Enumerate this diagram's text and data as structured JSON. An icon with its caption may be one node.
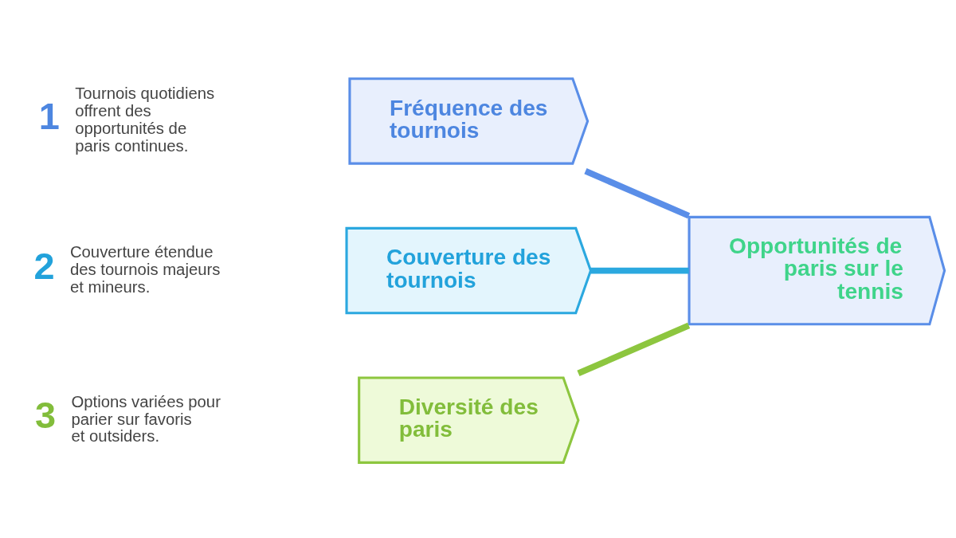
{
  "diagram": {
    "nodes": [
      {
        "text": [
          "Fréquence des tournois"
        ],
        "beside": [
          "1",
          "Tournois quotidiens offrent des opportunités de paris continues."
        ]
      },
      {
        "text": [
          "Couverture des tournois"
        ],
        "beside": [
          "2",
          "Couverture étendue des tournois majeurs et mineurs."
        ]
      },
      {
        "text": [
          "Diversité des paris"
        ],
        "beside": [
          "3",
          "Options variées pour parier sur favoris et outsiders."
        ]
      },
      {
        "text": [
          "Opportunités de paris sur le tennis"
        ]
      }
    ],
    "edges": [
      {
        "from": 0,
        "to": 3,
        "arrow": "none",
        "color": "#5a8ee8"
      },
      {
        "from": 1,
        "to": 3,
        "arrow": "none",
        "color": "#2ba8df"
      },
      {
        "from": 2,
        "to": 3,
        "arrow": "none",
        "color": "#8dc63f"
      }
    ]
  }
}
